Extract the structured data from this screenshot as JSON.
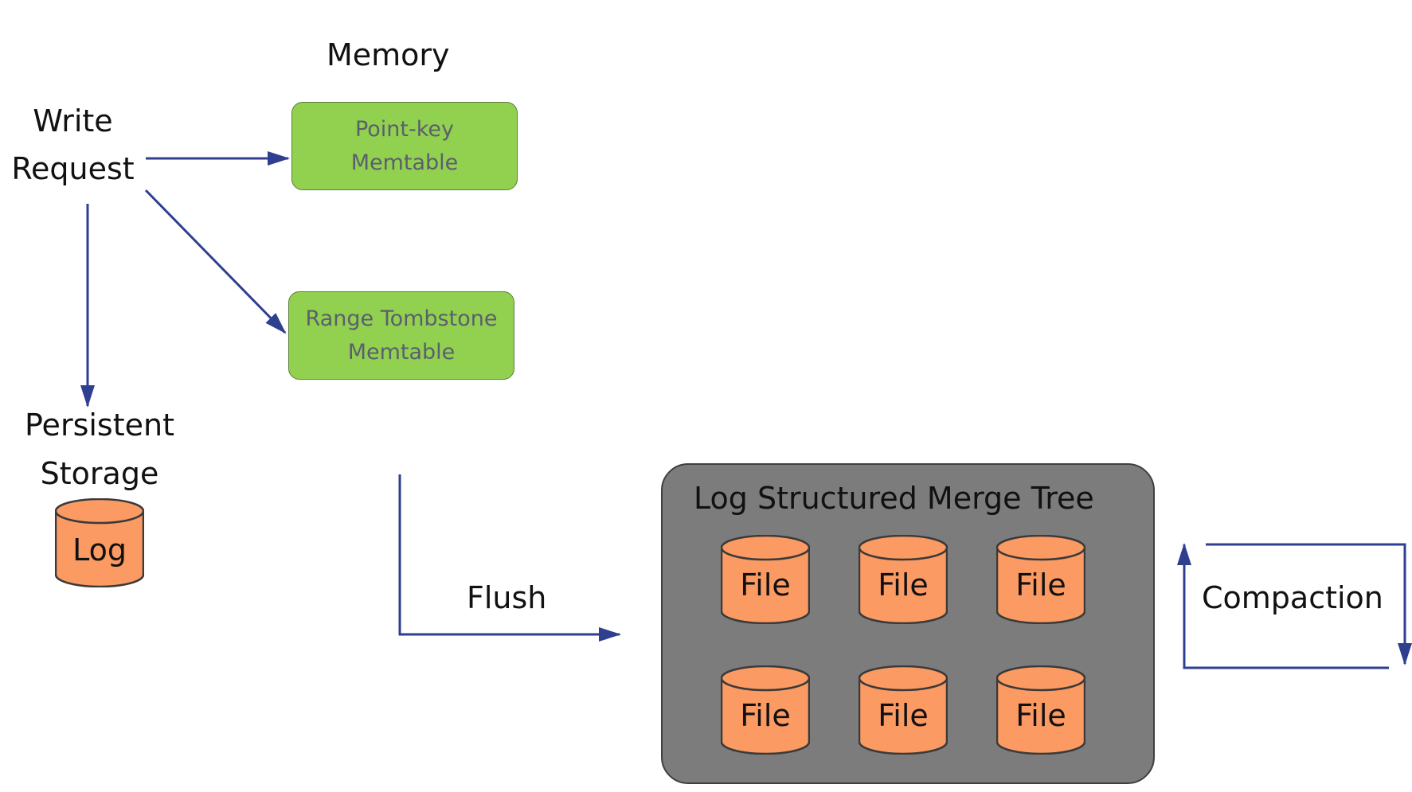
{
  "memory_heading": "Memory",
  "write_request": {
    "line1": "Write",
    "line2": "Request"
  },
  "persistent_storage": {
    "line1": "Persistent",
    "line2": "Storage",
    "log_label": "Log"
  },
  "memtables": {
    "point_key": {
      "line1": "Point-key",
      "line2": "Memtable"
    },
    "range_tombstone": {
      "line1": "Range Tombstone",
      "line2": "Memtable"
    }
  },
  "flush_label": "Flush",
  "lsm_tree": {
    "title": "Log Structured Merge Tree",
    "files": [
      "File",
      "File",
      "File",
      "File",
      "File",
      "File"
    ]
  },
  "compaction_label": "Compaction",
  "colors": {
    "memtable_fill": "#92d050",
    "cylinder_fill": "#fb9a62",
    "lsm_fill": "#7c7c7c",
    "arrow": "#2f3f8f"
  }
}
